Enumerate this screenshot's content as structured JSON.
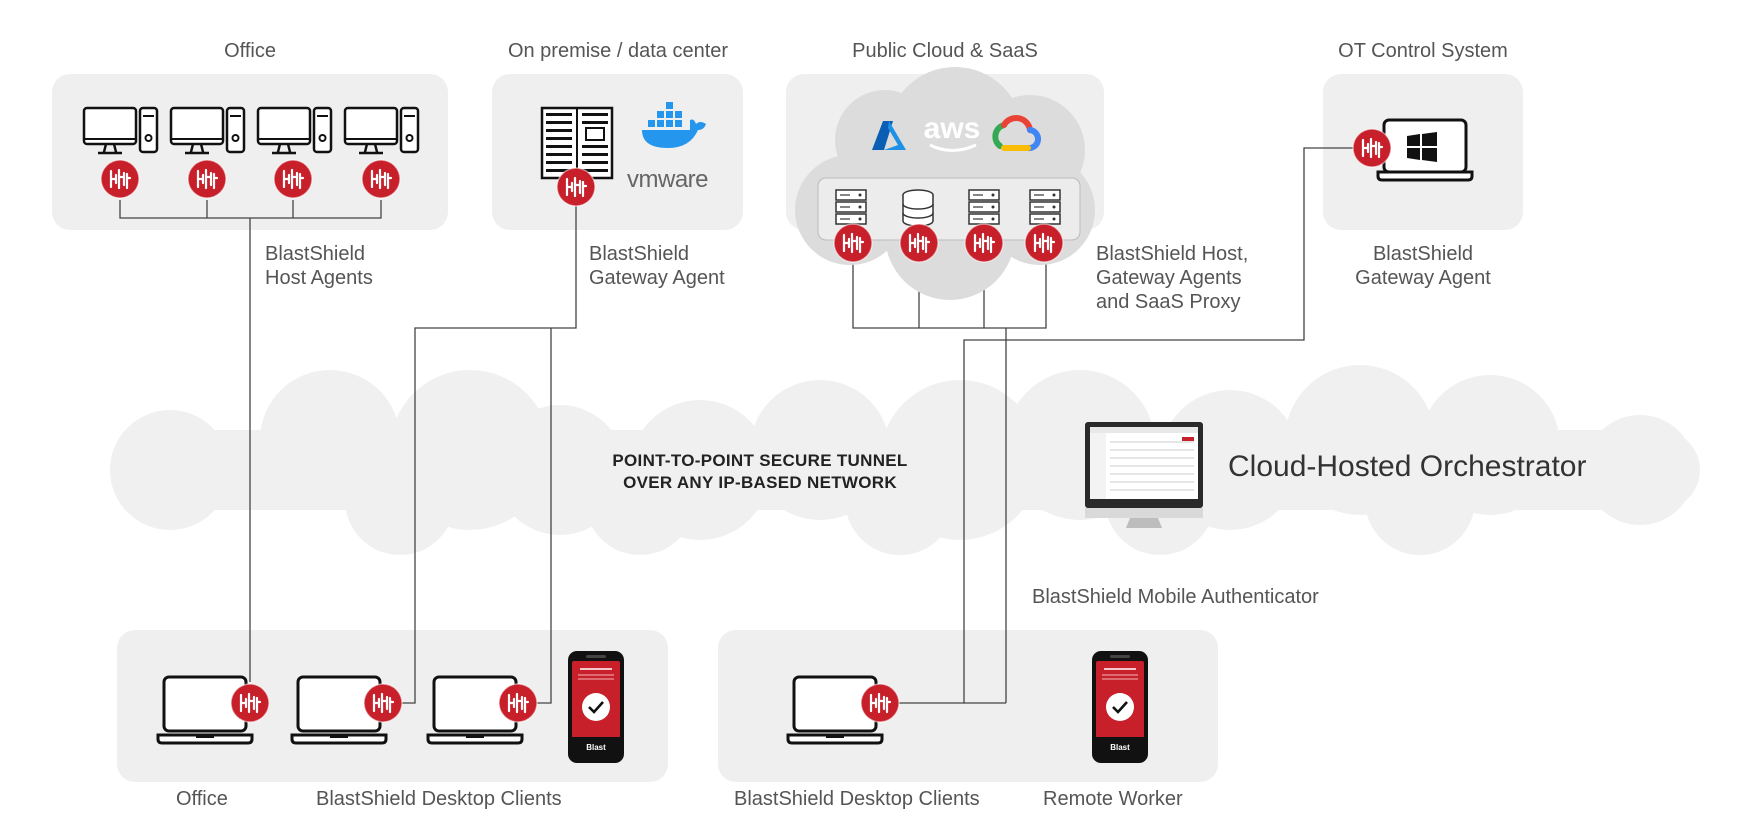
{
  "sections": {
    "office_top": {
      "title": "Office",
      "caption_line1": "BlastShield",
      "caption_line2": "Host Agents"
    },
    "onprem": {
      "title": "On premise / data center",
      "caption_line1": "BlastShield",
      "caption_line2": "Gateway Agent",
      "vmware_logo": "vmware"
    },
    "cloud": {
      "title": "Public Cloud & SaaS",
      "caption_line1": "BlastShield Host,",
      "caption_line2": "Gateway Agents",
      "caption_line3": "and SaaS Proxy",
      "aws_logo": "aws"
    },
    "ot": {
      "title": "OT Control System",
      "caption_line1": "BlastShield",
      "caption_line2": "Gateway Agent"
    }
  },
  "tunnel": {
    "line1": "POINT-TO-POINT SECURE TUNNEL",
    "line2": "OVER ANY IP-BASED NETWORK"
  },
  "orchestrator": {
    "label": "Cloud-Hosted Orchestrator"
  },
  "mobile_auth": {
    "label": "BlastShield Mobile Authenticator"
  },
  "bottom": {
    "office_label": "Office",
    "clients_label_left": "BlastShield Desktop Clients",
    "clients_label_right": "BlastShield Desktop Clients",
    "remote_label": "Remote Worker"
  },
  "colors": {
    "badge_red": "#c8202b",
    "box_bg": "#efefef",
    "cloud_bg": "#f0f0f0",
    "line": "#444444"
  },
  "icons": [
    "desktop-icon",
    "server-rack-icon",
    "docker-icon",
    "azure-icon",
    "google-cloud-icon",
    "server-icon",
    "database-icon",
    "laptop-icon",
    "windows-icon",
    "phone-icon",
    "blastshield-badge-icon",
    "monitor-icon"
  ]
}
